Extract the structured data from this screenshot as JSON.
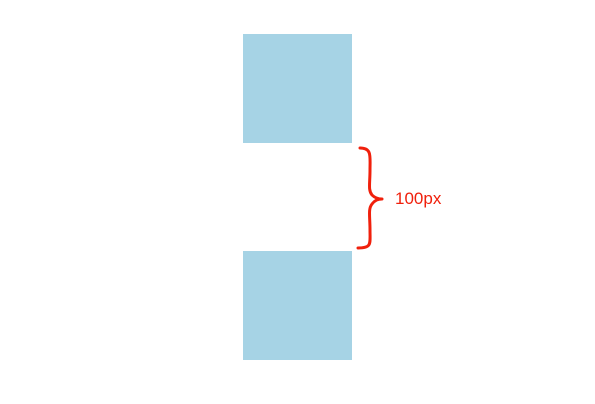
{
  "colors": {
    "box_fill": "#a6d3e5",
    "annotation": "#f0200c",
    "background": "#ffffff"
  },
  "boxes": [
    {
      "name": "top-box"
    },
    {
      "name": "bottom-box"
    }
  ],
  "annotation": {
    "icon": "curly-brace-icon",
    "label": "100px"
  }
}
